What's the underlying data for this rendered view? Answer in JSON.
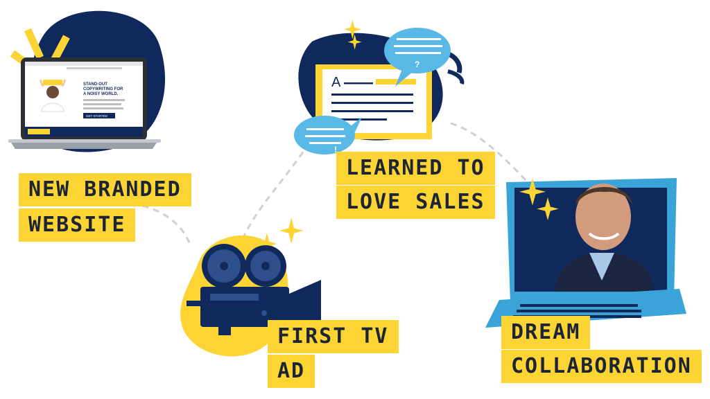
{
  "colors": {
    "yellow": "#FCD535",
    "navy": "#10295C",
    "blue": "#3AA4D8",
    "light_blue": "#59B8E6",
    "text": "#1d2433"
  },
  "milestones": [
    {
      "id": "website",
      "lines": [
        "NEW BRANDED",
        "WEBSITE"
      ],
      "icon": "laptop-website-icon"
    },
    {
      "id": "sales",
      "lines": [
        "LEARNED TO",
        "LOVE SALES"
      ],
      "icon": "sales-letter-icon"
    },
    {
      "id": "tv",
      "lines": [
        "FIRST TV",
        "AD"
      ],
      "icon": "film-camera-icon"
    },
    {
      "id": "collab",
      "lines": [
        "DREAM",
        "COLLABORATION"
      ],
      "icon": "laptop-portrait-icon"
    }
  ],
  "website_screen": {
    "headline": "STAND-OUT COPYWRITING FOR A NOISY WORLD.",
    "button": "GET STARTED"
  },
  "sales_letter": {
    "letter": "A",
    "bubble_marks": [
      "?",
      "!"
    ]
  }
}
